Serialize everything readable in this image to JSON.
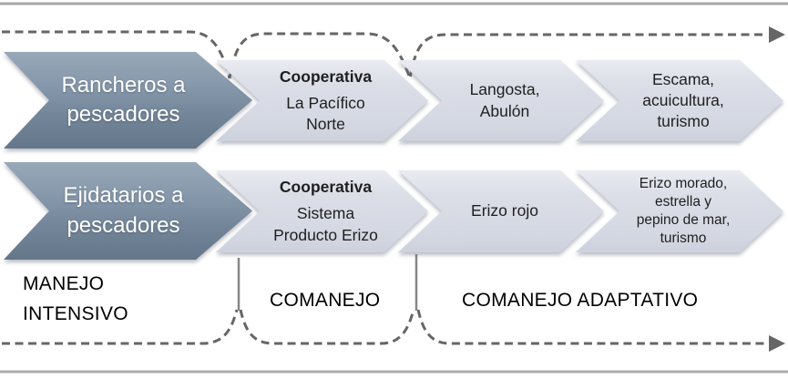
{
  "rows": [
    {
      "source": "Rancheros a\npescadores",
      "cooperative": {
        "title": "Cooperativa",
        "name": "La Pacífico\nNorte"
      },
      "species": "Langosta,\nAbulón",
      "diversified": "Escama,\nacuicultura,\nturismo"
    },
    {
      "source": "Ejidatarios a\npescadores",
      "cooperative": {
        "title": "Cooperativa",
        "name": "Sistema\nProducto Erizo"
      },
      "species": "Erizo rojo",
      "diversified": "Erizo morado,\nestrella y\npepino de mar,\nturismo"
    }
  ],
  "phases": {
    "intensive": "MANEJO\nINTENSIVO",
    "co": "COMANEJO",
    "adaptive": "COMANEJO ADAPTATIVO"
  },
  "colors": {
    "dark_chevron": "#7e90a3",
    "light_chevron": "#d9dce5",
    "dashed_line": "#666666",
    "divider_line": "#878787",
    "border_line_top": "#a6a6a6",
    "border_line_bottom": "#ababab",
    "text_on_dark": "#ffffff",
    "text_on_light": "#1f1f1f",
    "phase_text": "#000000"
  }
}
